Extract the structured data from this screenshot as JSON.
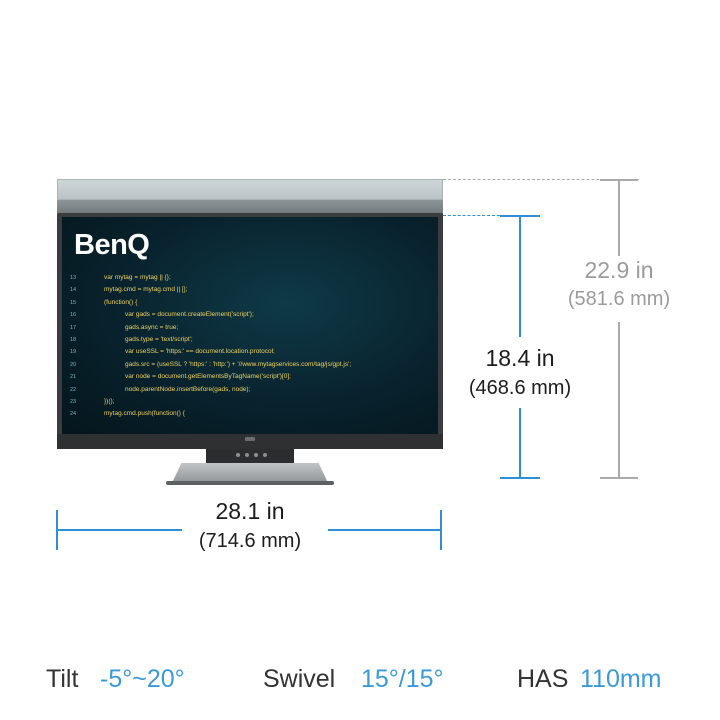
{
  "brand": {
    "name": "BenQ"
  },
  "code": {
    "lines": [
      {
        "num": "13",
        "text": "var mytag = mytag || {};",
        "indent": 1
      },
      {
        "num": "14",
        "text": "mytag.cmd = mytag.cmd || [];",
        "indent": 1
      },
      {
        "num": "15",
        "text": "(function() {",
        "indent": 1
      },
      {
        "num": "16",
        "text": "var gads = document.createElement('script');",
        "indent": 2
      },
      {
        "num": "17",
        "text": "gads.async = true;",
        "indent": 2
      },
      {
        "num": "18",
        "text": "gads.type = 'text/script';",
        "indent": 2
      },
      {
        "num": "19",
        "text": "var useSSL = 'https:' == document.location.protocol;",
        "indent": 2
      },
      {
        "num": "20",
        "text": "gads.src = (useSSL ? 'https:' : 'http:') + '//www.mytagservices.com/tag/js/gpt.js';",
        "indent": 2
      },
      {
        "num": "21",
        "text": "var node = document.getElementsByTagName('script')[0];",
        "indent": 2
      },
      {
        "num": "22",
        "text": "node.parentNode.insertBefore(gads, node);",
        "indent": 2
      },
      {
        "num": "23",
        "text": "})();",
        "indent": 1
      },
      {
        "num": "24",
        "text": "mytag.cmd.push(function() {",
        "indent": 1
      }
    ]
  },
  "dimensions": {
    "width": {
      "in": "28.1 in",
      "mm": "(714.6 mm)"
    },
    "screen_height": {
      "in": "18.4 in",
      "mm": "(468.6 mm)"
    },
    "max_height": {
      "in": "22.9 in",
      "mm": "(581.6 mm)"
    }
  },
  "specs": {
    "tilt": {
      "label": "Tilt",
      "value": "-5°~20°"
    },
    "swivel": {
      "label": "Swivel",
      "value": "15°/15°"
    },
    "has": {
      "label": "HAS",
      "value": "110mm"
    }
  },
  "colors": {
    "accent": "#2e8fd6",
    "muted": "#aaaaaa",
    "text": "#1c1c1c"
  }
}
